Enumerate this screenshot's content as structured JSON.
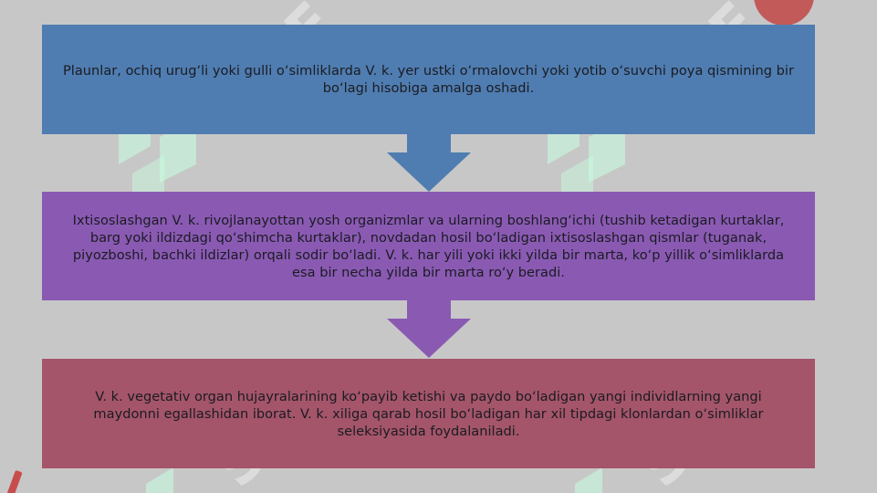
{
  "flow": {
    "steps": [
      {
        "text": "Plaunlar, ochiq urug‘li yoki gulli o‘simliklarda V. k. yer ustki o‘rmalovchi yoki yotib o‘suvchi poya qismining bir bo‘lagi hisobiga amalga oshadi.",
        "color": "#4f7db1"
      },
      {
        "text": "Ixtisoslashgan V. k. rivojlanayottan yosh organizmlar va ularning boshlang‘ichi (tushib ketadigan kurtaklar, barg yoki ildizdagi qo‘shimcha kurtaklar), novdadan hosil bo‘ladigan ixtisoslashgan qismlar (tuganak, piyozboshi, bachki ildizlar) orqali sodir bo‘ladi. V. k. har yili yoki ikki yilda bir marta, ko‘p yillik o‘simliklarda esa bir necha yilda bir marta ro‘y beradi.",
        "color": "#8a5ab3"
      },
      {
        "text": "V. k. vegetativ organ hujayralarining ko‘payib ketishi va paydo bo‘ladigan yangi individlarning yangi maydonni egallashidan iborat. V. k. xiliga qarab hosil bo‘ladigan har xil tipdagi klonlardan o‘simliklar seleksiyasida foydalaniladi.",
        "color": "#a4556a"
      }
    ],
    "arrow_colors": [
      "#4f7db1",
      "#8a5ab3"
    ]
  },
  "background": {
    "color": "#c7c7c7",
    "watermark_text": "SOF",
    "decorative_icons": [
      "circle-shape",
      "pencil-icon",
      "watermark-logo-icon"
    ]
  }
}
